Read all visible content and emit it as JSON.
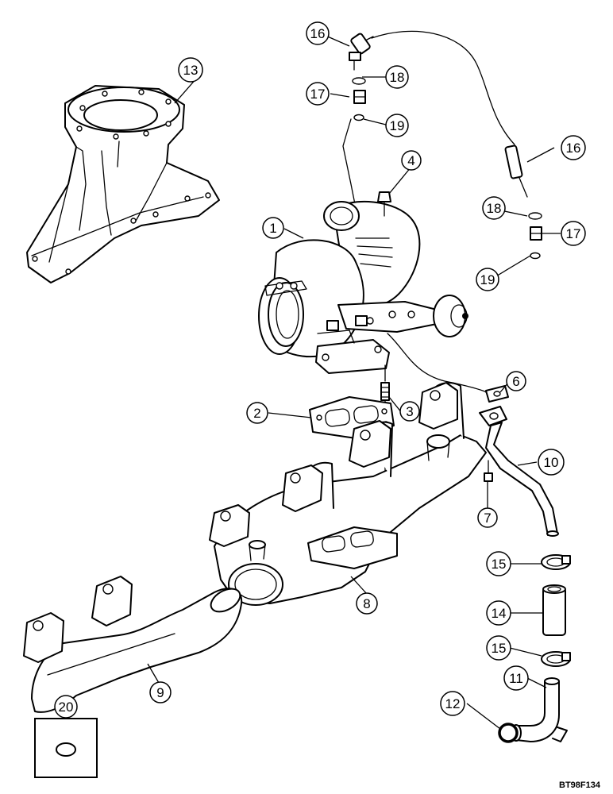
{
  "diagram": {
    "drawing_code": "BT98F134",
    "callouts": {
      "c1": "1",
      "c2": "2",
      "c3": "3",
      "c4": "4",
      "c6": "6",
      "c7": "7",
      "c8": "8",
      "c9": "9",
      "c10": "10",
      "c11": "11",
      "c12": "12",
      "c13": "13",
      "c14": "14",
      "c15a": "15",
      "c15b": "15",
      "c16a": "16",
      "c16b": "16",
      "c17a": "17",
      "c17b": "17",
      "c18a": "18",
      "c18b": "18",
      "c19a": "19",
      "c19b": "19",
      "c20": "20"
    }
  }
}
